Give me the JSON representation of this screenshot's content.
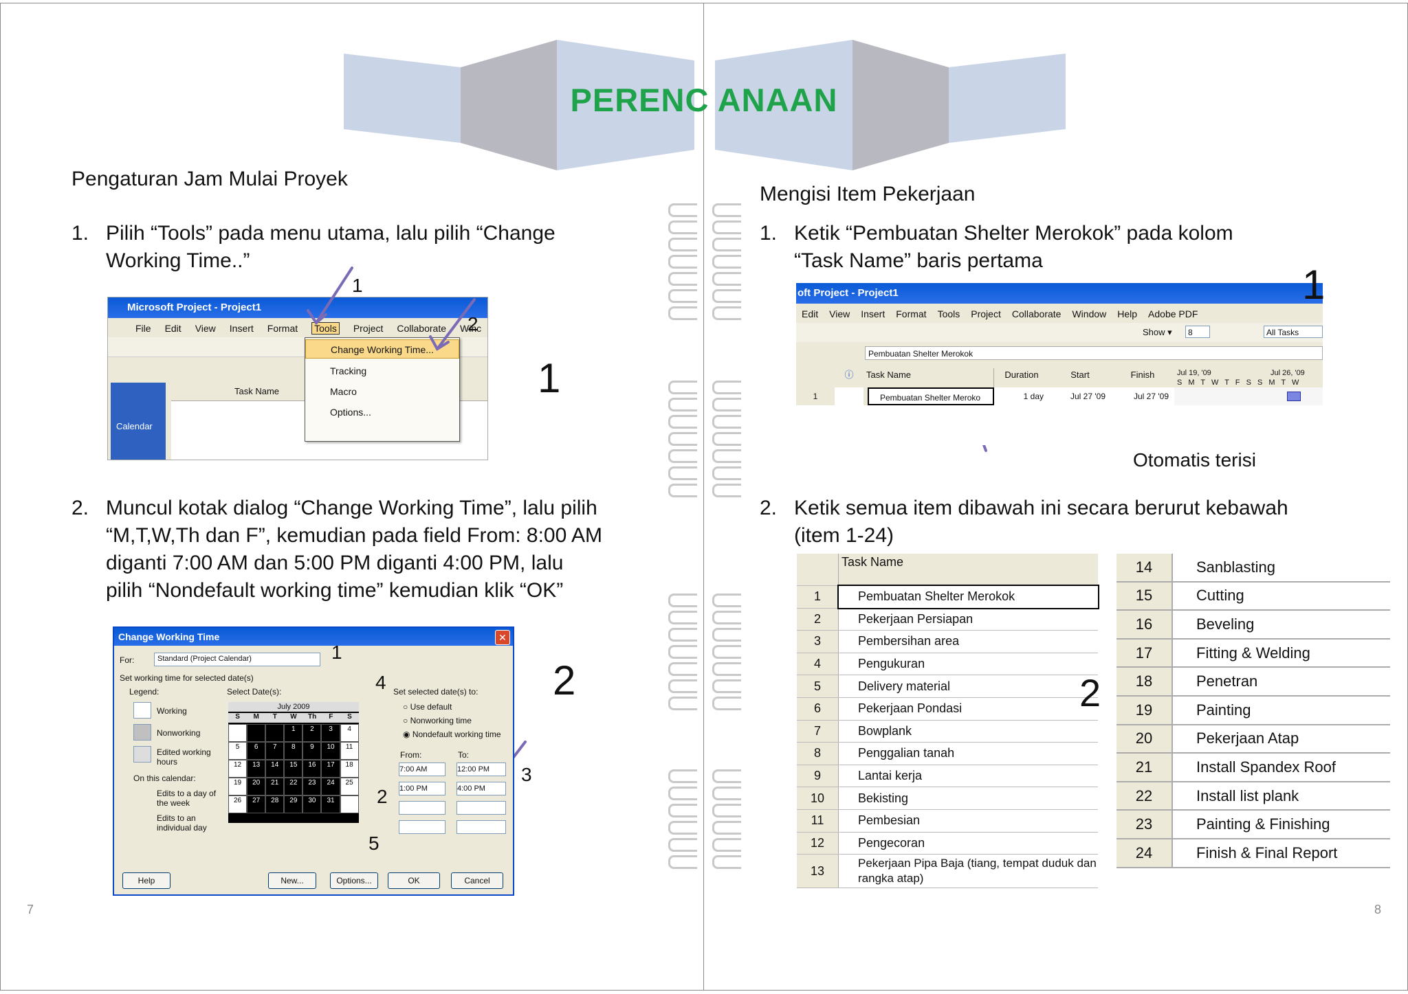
{
  "title": "PERENC ANAAN",
  "left_page": {
    "section_title": "Pengaturan Jam Mulai Proyek",
    "step1": {
      "num": "1.",
      "line1": "Pilih “Tools” pada menu utama, lalu pilih “Change",
      "line2": "Working Time..”"
    },
    "step2": {
      "num": "2.",
      "line1": "Muncul kotak dialog “Change Working Time”, lalu pilih",
      "line2": "“M,T,W,Th dan F”, kemudian pada field From: 8:00 AM",
      "line3": "diganti 7:00 AM dan 5:00 PM diganti 4:00 PM, lalu",
      "line4": "pilih “Nondefault working time” kemudian klik “OK”"
    },
    "big_label_1": "1",
    "big_label_2": "2",
    "page_number": "7",
    "shot1": {
      "title": "Microsoft Project - Project1",
      "menus": [
        "File",
        "Edit",
        "View",
        "Insert",
        "Format",
        "Tools",
        "Project",
        "Collaborate",
        "Winc"
      ],
      "dropdown": [
        "Change Working Time...",
        "Tracking",
        "Macro",
        "Options..."
      ],
      "grid_header": "Task Name",
      "sidebar_label": "Calendar",
      "callout_1": "1",
      "callout_2": "2"
    },
    "shot2": {
      "title": "Change Working Time",
      "for_label": "For:",
      "for_value": "Standard (Project Calendar)",
      "set_working": "Set working time for selected date(s)",
      "legend_label": "Legend:",
      "legend_items": [
        "Working",
        "Nonworking",
        "Edited working hours"
      ],
      "on_this_calendar": "On this calendar:",
      "edits_day_week": "Edits to a day of the week",
      "edits_individual": "Edits to an individual day",
      "select_dates": "Select Date(s):",
      "month": "July 2009",
      "weekdays": [
        "S",
        "M",
        "T",
        "W",
        "Th",
        "F",
        "S"
      ],
      "days": [
        "",
        "",
        "",
        "1",
        "2",
        "3",
        "4",
        "5",
        "6",
        "7",
        "8",
        "9",
        "10",
        "11",
        "12",
        "13",
        "14",
        "15",
        "16",
        "17",
        "18",
        "19",
        "20",
        "21",
        "22",
        "23",
        "24",
        "25",
        "26",
        "27",
        "28",
        "29",
        "30",
        "31",
        ""
      ],
      "set_selected": "Set selected date(s) to:",
      "radio": [
        "Use default",
        "Nonworking time",
        "Nondefault working time"
      ],
      "from_label": "From:",
      "to_label": "To:",
      "from_values": [
        "7:00 AM",
        "1:00 PM"
      ],
      "to_values": [
        "12:00 PM",
        "4:00 PM"
      ],
      "buttons": [
        "Help",
        "New...",
        "Options...",
        "OK",
        "Cancel"
      ],
      "callouts": [
        "1",
        "2",
        "3",
        "4",
        "5"
      ]
    }
  },
  "right_page": {
    "section_title": "Mengisi Item Pekerjaan",
    "step1": {
      "num": "1.",
      "line1": "Ketik “Pembuatan Shelter Merokok” pada kolom",
      "line2": "“Task Name” baris pertama"
    },
    "step2": {
      "num": "2.",
      "line1": "Ketik semua item dibawah ini secara berurut kebawah",
      "line2": "(item 1-24)"
    },
    "auto_label": "Otomatis terisi",
    "big_label_1": "1",
    "big_label_2": "2",
    "page_number": "8",
    "shot3": {
      "title": "oft Project - Project1",
      "menus": [
        "Edit",
        "View",
        "Insert",
        "Format",
        "Tools",
        "Project",
        "Collaborate",
        "Window",
        "Help",
        "Adobe PDF"
      ],
      "show_label": "Show ▾",
      "font_size": "8",
      "filter": "All Tasks",
      "entry_value": "Pembuatan Shelter Merokok",
      "headers": [
        "Task Name",
        "Duration",
        "Start",
        "Finish"
      ],
      "week1": "Jul 19, '09",
      "week2": "Jul 26, '09",
      "gantt_days": "S M T W T F S S M T W",
      "row": {
        "id": "1",
        "name": "Pembuatan Shelter Meroko",
        "duration": "1 day",
        "start": "Jul 27 '09",
        "finish": "Jul 27 '09"
      }
    },
    "table_header": "Task Name",
    "tasks_a": [
      {
        "id": "1",
        "name": "Pembuatan Shelter Merokok"
      },
      {
        "id": "2",
        "name": "Pekerjaan Persiapan"
      },
      {
        "id": "3",
        "name": "Pembersihan area"
      },
      {
        "id": "4",
        "name": "Pengukuran"
      },
      {
        "id": "5",
        "name": "Delivery material"
      },
      {
        "id": "6",
        "name": "Pekerjaan Pondasi"
      },
      {
        "id": "7",
        "name": "Bowplank"
      },
      {
        "id": "8",
        "name": "Penggalian tanah"
      },
      {
        "id": "9",
        "name": "Lantai kerja"
      },
      {
        "id": "10",
        "name": "Bekisting"
      },
      {
        "id": "11",
        "name": "Pembesian"
      },
      {
        "id": "12",
        "name": "Pengecoran"
      },
      {
        "id": "13",
        "name": "Pekerjaan Pipa Baja (tiang, tempat duduk dan rangka atap)"
      }
    ],
    "tasks_b": [
      {
        "id": "14",
        "name": "Sanblasting"
      },
      {
        "id": "15",
        "name": "Cutting"
      },
      {
        "id": "16",
        "name": "Beveling"
      },
      {
        "id": "17",
        "name": "Fitting & Welding"
      },
      {
        "id": "18",
        "name": "Penetran"
      },
      {
        "id": "19",
        "name": "Painting"
      },
      {
        "id": "20",
        "name": "Pekerjaan Atap"
      },
      {
        "id": "21",
        "name": "Install Spandex Roof"
      },
      {
        "id": "22",
        "name": "Install list plank"
      },
      {
        "id": "23",
        "name": "Painting & Finishing"
      },
      {
        "id": "24",
        "name": "Finish & Final Report"
      }
    ]
  },
  "colors": {
    "title_green": "#1fa34a",
    "arrow_purple": "#7b6bb5",
    "xp_blue": "#0a5ad6",
    "gray_bg": "#ece9d8"
  }
}
